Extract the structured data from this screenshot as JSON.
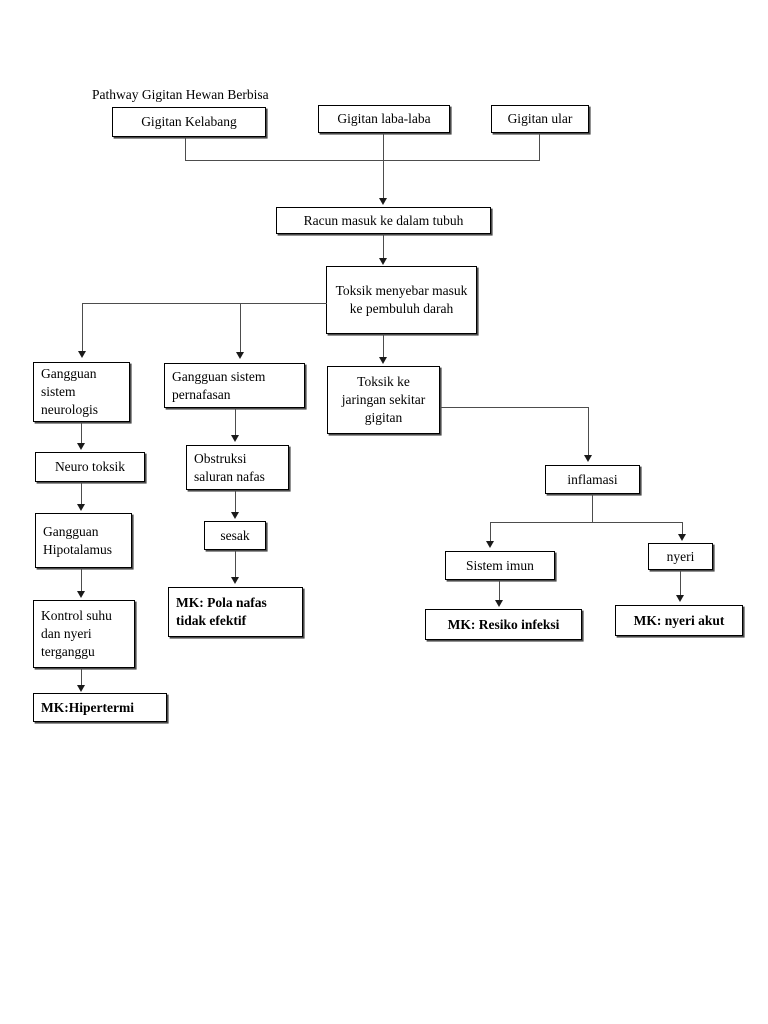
{
  "diagram": {
    "title": "Pathway Gigitan Hewan Berbisa",
    "type": "flowchart",
    "nodes": {
      "gigitan_kelabang": "Gigitan Kelabang",
      "gigitan_laba_laba": "Gigitan laba-laba",
      "gigitan_ular": "Gigitan ular",
      "racun_masuk": "Racun masuk ke dalam tubuh",
      "toksik_menyebar": "Toksik menyebar masuk ke pembuluh darah",
      "gangguan_neurologis": "Gangguan sistem neurologis",
      "gangguan_pernafasan": "Gangguan sistem pernafasan",
      "toksik_jaringan": "Toksik ke jaringan sekitar gigitan",
      "neuro_toksik": "Neuro toksik",
      "obstruksi": "Obstruksi saluran nafas",
      "inflamasi": "inflamasi",
      "gangguan_hipotalamus": "Gangguan Hipotalamus",
      "sesak": "sesak",
      "sistem_imun": "Sistem imun",
      "nyeri": "nyeri",
      "kontrol_suhu": "Kontrol suhu dan nyeri terganggu",
      "mk_pola_nafas": "MK: Pola nafas tidak efektif",
      "mk_resiko_infeksi": "MK: Resiko infeksi",
      "mk_nyeri_akut": "MK: nyeri akut",
      "mk_hipertermi": "MK:Hipertermi"
    },
    "colors": {
      "box_border": "#000000",
      "connector": "#4d4d4d",
      "text": "#000000",
      "background": "#ffffff"
    }
  }
}
